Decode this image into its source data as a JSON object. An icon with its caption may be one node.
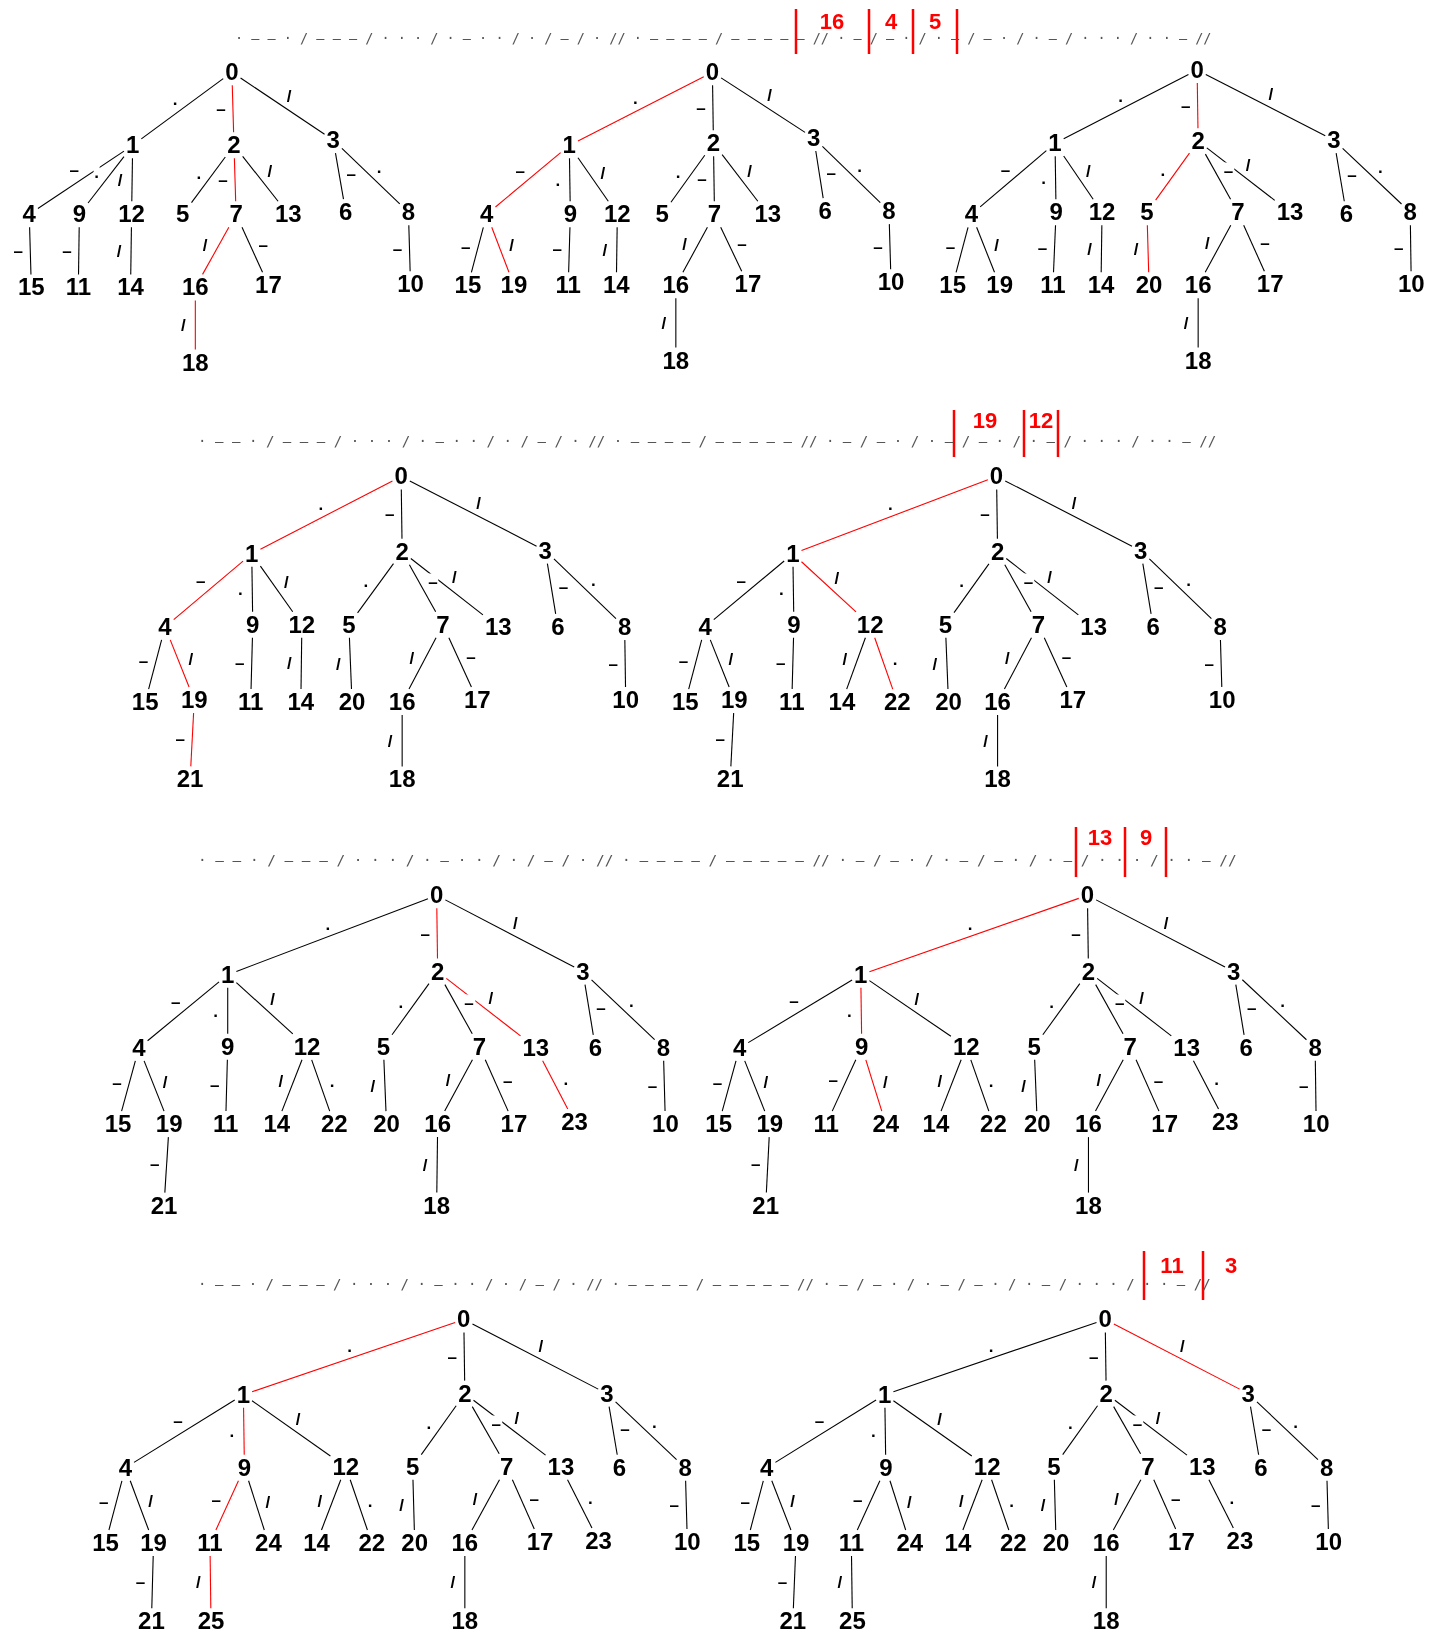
{
  "diagram": {
    "nodes": [
      {
        "text": [
          "0"
        ]
      },
      {
        "text": [
          "1"
        ]
      },
      {
        "text": [
          "2"
        ]
      },
      {
        "text": [
          "3"
        ]
      },
      {
        "text": [
          "4"
        ]
      },
      {
        "text": [
          "9"
        ]
      },
      {
        "text": [
          "12"
        ]
      },
      {
        "text": [
          "5"
        ]
      },
      {
        "text": [
          "7"
        ]
      },
      {
        "text": [
          "13"
        ]
      },
      {
        "text": [
          "6"
        ]
      },
      {
        "text": [
          "8"
        ]
      },
      {
        "text": [
          "15"
        ]
      },
      {
        "text": [
          "11"
        ]
      },
      {
        "text": [
          "14"
        ]
      },
      {
        "text": [
          "16"
        ]
      },
      {
        "text": [
          "17"
        ]
      },
      {
        "text": [
          "10"
        ]
      },
      {
        "text": [
          "18"
        ]
      },
      {
        "text": [
          "0"
        ]
      },
      {
        "text": [
          "1"
        ]
      },
      {
        "text": [
          "2"
        ]
      },
      {
        "text": [
          "3"
        ]
      },
      {
        "text": [
          "4"
        ]
      },
      {
        "text": [
          "9"
        ]
      },
      {
        "text": [
          "12"
        ]
      },
      {
        "text": [
          "5"
        ]
      },
      {
        "text": [
          "7"
        ]
      },
      {
        "text": [
          "13"
        ]
      },
      {
        "text": [
          "6"
        ]
      },
      {
        "text": [
          "8"
        ]
      },
      {
        "text": [
          "15"
        ]
      },
      {
        "text": [
          "19"
        ]
      },
      {
        "text": [
          "11"
        ]
      },
      {
        "text": [
          "14"
        ]
      },
      {
        "text": [
          "16"
        ]
      },
      {
        "text": [
          "17"
        ]
      },
      {
        "text": [
          "10"
        ]
      },
      {
        "text": [
          "18"
        ]
      },
      {
        "text": [
          "0"
        ]
      },
      {
        "text": [
          "1"
        ]
      },
      {
        "text": [
          "2"
        ]
      },
      {
        "text": [
          "3"
        ]
      },
      {
        "text": [
          "4"
        ]
      },
      {
        "text": [
          "9"
        ]
      },
      {
        "text": [
          "12"
        ]
      },
      {
        "text": [
          "5"
        ]
      },
      {
        "text": [
          "7"
        ]
      },
      {
        "text": [
          "13"
        ]
      },
      {
        "text": [
          "6"
        ]
      },
      {
        "text": [
          "8"
        ]
      },
      {
        "text": [
          "15"
        ]
      },
      {
        "text": [
          "19"
        ]
      },
      {
        "text": [
          "11"
        ]
      },
      {
        "text": [
          "14"
        ]
      },
      {
        "text": [
          "20"
        ]
      },
      {
        "text": [
          "16"
        ]
      },
      {
        "text": [
          "17"
        ]
      },
      {
        "text": [
          "10"
        ]
      },
      {
        "text": [
          "18"
        ]
      },
      {
        "text": [
          "0"
        ]
      },
      {
        "text": [
          "1"
        ]
      },
      {
        "text": [
          "2"
        ]
      },
      {
        "text": [
          "3"
        ]
      },
      {
        "text": [
          "4"
        ]
      },
      {
        "text": [
          "9"
        ]
      },
      {
        "text": [
          "12"
        ]
      },
      {
        "text": [
          "5"
        ]
      },
      {
        "text": [
          "7"
        ]
      },
      {
        "text": [
          "13"
        ]
      },
      {
        "text": [
          "6"
        ]
      },
      {
        "text": [
          "8"
        ]
      },
      {
        "text": [
          "15"
        ]
      },
      {
        "text": [
          "19"
        ]
      },
      {
        "text": [
          "11"
        ]
      },
      {
        "text": [
          "14"
        ]
      },
      {
        "text": [
          "20"
        ]
      },
      {
        "text": [
          "16"
        ]
      },
      {
        "text": [
          "17"
        ]
      },
      {
        "text": [
          "10"
        ]
      },
      {
        "text": [
          "21"
        ]
      },
      {
        "text": [
          "18"
        ]
      },
      {
        "text": [
          "0"
        ]
      },
      {
        "text": [
          "1"
        ]
      },
      {
        "text": [
          "2"
        ]
      },
      {
        "text": [
          "3"
        ]
      },
      {
        "text": [
          "4"
        ]
      },
      {
        "text": [
          "9"
        ]
      },
      {
        "text": [
          "12"
        ]
      },
      {
        "text": [
          "5"
        ]
      },
      {
        "text": [
          "7"
        ]
      },
      {
        "text": [
          "13"
        ]
      },
      {
        "text": [
          "6"
        ]
      },
      {
        "text": [
          "8"
        ]
      },
      {
        "text": [
          "15"
        ]
      },
      {
        "text": [
          "19"
        ]
      },
      {
        "text": [
          "11"
        ]
      },
      {
        "text": [
          "14"
        ]
      },
      {
        "text": [
          "22"
        ]
      },
      {
        "text": [
          "20"
        ]
      },
      {
        "text": [
          "16"
        ]
      },
      {
        "text": [
          "17"
        ]
      },
      {
        "text": [
          "10"
        ]
      },
      {
        "text": [
          "21"
        ]
      },
      {
        "text": [
          "18"
        ]
      },
      {
        "text": [
          "0"
        ]
      },
      {
        "text": [
          "1"
        ]
      },
      {
        "text": [
          "2"
        ]
      },
      {
        "text": [
          "3"
        ]
      },
      {
        "text": [
          "4"
        ]
      },
      {
        "text": [
          "9"
        ]
      },
      {
        "text": [
          "12"
        ]
      },
      {
        "text": [
          "5"
        ]
      },
      {
        "text": [
          "7"
        ]
      },
      {
        "text": [
          "13"
        ]
      },
      {
        "text": [
          "6"
        ]
      },
      {
        "text": [
          "8"
        ]
      },
      {
        "text": [
          "15"
        ]
      },
      {
        "text": [
          "19"
        ]
      },
      {
        "text": [
          "11"
        ]
      },
      {
        "text": [
          "14"
        ]
      },
      {
        "text": [
          "22"
        ]
      },
      {
        "text": [
          "20"
        ]
      },
      {
        "text": [
          "16"
        ]
      },
      {
        "text": [
          "17"
        ]
      },
      {
        "text": [
          "23"
        ]
      },
      {
        "text": [
          "10"
        ]
      },
      {
        "text": [
          "21"
        ]
      },
      {
        "text": [
          "18"
        ]
      },
      {
        "text": [
          "0"
        ]
      },
      {
        "text": [
          "1"
        ]
      },
      {
        "text": [
          "2"
        ]
      },
      {
        "text": [
          "3"
        ]
      },
      {
        "text": [
          "4"
        ]
      },
      {
        "text": [
          "9"
        ]
      },
      {
        "text": [
          "12"
        ]
      },
      {
        "text": [
          "5"
        ]
      },
      {
        "text": [
          "7"
        ]
      },
      {
        "text": [
          "13"
        ]
      },
      {
        "text": [
          "6"
        ]
      },
      {
        "text": [
          "8"
        ]
      },
      {
        "text": [
          "15"
        ]
      },
      {
        "text": [
          "19"
        ]
      },
      {
        "text": [
          "11"
        ]
      },
      {
        "text": [
          "24"
        ]
      },
      {
        "text": [
          "14"
        ]
      },
      {
        "text": [
          "22"
        ]
      },
      {
        "text": [
          "20"
        ]
      },
      {
        "text": [
          "16"
        ]
      },
      {
        "text": [
          "17"
        ]
      },
      {
        "text": [
          "23"
        ]
      },
      {
        "text": [
          "10"
        ]
      },
      {
        "text": [
          "21"
        ]
      },
      {
        "text": [
          "18"
        ]
      },
      {
        "text": [
          "0"
        ]
      },
      {
        "text": [
          "1"
        ]
      },
      {
        "text": [
          "2"
        ]
      },
      {
        "text": [
          "3"
        ]
      },
      {
        "text": [
          "4"
        ]
      },
      {
        "text": [
          "9"
        ]
      },
      {
        "text": [
          "12"
        ]
      },
      {
        "text": [
          "5"
        ]
      },
      {
        "text": [
          "7"
        ]
      },
      {
        "text": [
          "13"
        ]
      },
      {
        "text": [
          "6"
        ]
      },
      {
        "text": [
          "8"
        ]
      },
      {
        "text": [
          "15"
        ]
      },
      {
        "text": [
          "19"
        ]
      },
      {
        "text": [
          "11"
        ]
      },
      {
        "text": [
          "24"
        ]
      },
      {
        "text": [
          "14"
        ]
      },
      {
        "text": [
          "22"
        ]
      },
      {
        "text": [
          "20"
        ]
      },
      {
        "text": [
          "16"
        ]
      },
      {
        "text": [
          "17"
        ]
      },
      {
        "text": [
          "23"
        ]
      },
      {
        "text": [
          "10"
        ]
      },
      {
        "text": [
          "21"
        ]
      },
      {
        "text": [
          "25"
        ]
      },
      {
        "text": [
          "18"
        ]
      },
      {
        "text": [
          "0"
        ]
      },
      {
        "text": [
          "1"
        ]
      },
      {
        "text": [
          "2"
        ]
      },
      {
        "text": [
          "3"
        ]
      },
      {
        "text": [
          "4"
        ]
      },
      {
        "text": [
          "9"
        ]
      },
      {
        "text": [
          "12"
        ]
      },
      {
        "text": [
          "5"
        ]
      },
      {
        "text": [
          "7"
        ]
      },
      {
        "text": [
          "13"
        ]
      },
      {
        "text": [
          "6"
        ]
      },
      {
        "text": [
          "8"
        ]
      },
      {
        "text": [
          "15"
        ]
      },
      {
        "text": [
          "19"
        ]
      },
      {
        "text": [
          "11"
        ]
      },
      {
        "text": [
          "24"
        ]
      },
      {
        "text": [
          "14"
        ]
      },
      {
        "text": [
          "22"
        ]
      },
      {
        "text": [
          "20"
        ]
      },
      {
        "text": [
          "16"
        ]
      },
      {
        "text": [
          "17"
        ]
      },
      {
        "text": [
          "23"
        ]
      },
      {
        "text": [
          "10"
        ]
      },
      {
        "text": [
          "21"
        ]
      },
      {
        "text": [
          "25"
        ]
      },
      {
        "text": [
          "18"
        ]
      }
    ],
    "edges": [
      {
        "from": 0,
        "to": 1,
        "arrow": "none",
        "label": "."
      },
      {
        "from": 0,
        "to": 2,
        "arrow": "none",
        "label": "–",
        "color": "#ff0000"
      },
      {
        "from": 0,
        "to": 3,
        "arrow": "none",
        "label": "/"
      },
      {
        "from": 1,
        "to": 4,
        "arrow": "none",
        "label": "–"
      },
      {
        "from": 1,
        "to": 5,
        "arrow": "none",
        "label": "."
      },
      {
        "from": 1,
        "to": 6,
        "arrow": "none",
        "label": "/"
      },
      {
        "from": 2,
        "to": 7,
        "arrow": "none",
        "label": "."
      },
      {
        "from": 2,
        "to": 8,
        "arrow": "none",
        "label": "–",
        "color": "#ff0000"
      },
      {
        "from": 2,
        "to": 9,
        "arrow": "none",
        "label": "/"
      },
      {
        "from": 3,
        "to": 10,
        "arrow": "none",
        "label": "–"
      },
      {
        "from": 3,
        "to": 11,
        "arrow": "none",
        "label": "."
      },
      {
        "from": 4,
        "to": 12,
        "arrow": "none",
        "label": "–"
      },
      {
        "from": 5,
        "to": 13,
        "arrow": "none",
        "label": "–"
      },
      {
        "from": 6,
        "to": 14,
        "arrow": "none",
        "label": "/"
      },
      {
        "from": 8,
        "to": 15,
        "arrow": "none",
        "label": "/",
        "color": "#ff0000"
      },
      {
        "from": 8,
        "to": 16,
        "arrow": "none",
        "label": "–"
      },
      {
        "from": 11,
        "to": 17,
        "arrow": "none",
        "label": "–"
      },
      {
        "from": 15,
        "to": 18,
        "arrow": "none",
        "label": "/",
        "color": "#ff0000"
      },
      {
        "from": 19,
        "to": 20,
        "arrow": "none",
        "label": ".",
        "color": "#ff0000"
      },
      {
        "from": 19,
        "to": 21,
        "arrow": "none",
        "label": "–"
      },
      {
        "from": 19,
        "to": 22,
        "arrow": "none",
        "label": "/"
      },
      {
        "from": 20,
        "to": 23,
        "arrow": "none",
        "label": "–",
        "color": "#ff0000"
      },
      {
        "from": 20,
        "to": 24,
        "arrow": "none",
        "label": "."
      },
      {
        "from": 20,
        "to": 25,
        "arrow": "none",
        "label": "/"
      },
      {
        "from": 21,
        "to": 26,
        "arrow": "none",
        "label": "."
      },
      {
        "from": 21,
        "to": 27,
        "arrow": "none",
        "label": "–"
      },
      {
        "from": 21,
        "to": 28,
        "arrow": "none",
        "label": "/"
      },
      {
        "from": 22,
        "to": 29,
        "arrow": "none",
        "label": "–"
      },
      {
        "from": 22,
        "to": 30,
        "arrow": "none",
        "label": "."
      },
      {
        "from": 23,
        "to": 31,
        "arrow": "none",
        "label": "–"
      },
      {
        "from": 23,
        "to": 32,
        "arrow": "none",
        "label": "/",
        "color": "#ff0000"
      },
      {
        "from": 24,
        "to": 33,
        "arrow": "none",
        "label": "–"
      },
      {
        "from": 25,
        "to": 34,
        "arrow": "none",
        "label": "/"
      },
      {
        "from": 27,
        "to": 35,
        "arrow": "none",
        "label": "/"
      },
      {
        "from": 27,
        "to": 36,
        "arrow": "none",
        "label": "–"
      },
      {
        "from": 30,
        "to": 37,
        "arrow": "none",
        "label": "–"
      },
      {
        "from": 35,
        "to": 38,
        "arrow": "none",
        "label": "/"
      },
      {
        "from": 39,
        "to": 40,
        "arrow": "none",
        "label": "."
      },
      {
        "from": 39,
        "to": 41,
        "arrow": "none",
        "label": "–",
        "color": "#ff0000"
      },
      {
        "from": 39,
        "to": 42,
        "arrow": "none",
        "label": "/"
      },
      {
        "from": 40,
        "to": 43,
        "arrow": "none",
        "label": "–"
      },
      {
        "from": 40,
        "to": 44,
        "arrow": "none",
        "label": "."
      },
      {
        "from": 40,
        "to": 45,
        "arrow": "none",
        "label": "/"
      },
      {
        "from": 41,
        "to": 46,
        "arrow": "none",
        "label": ".",
        "color": "#ff0000"
      },
      {
        "from": 41,
        "to": 47,
        "arrow": "none",
        "label": "–"
      },
      {
        "from": 41,
        "to": 48,
        "arrow": "none",
        "label": "/"
      },
      {
        "from": 42,
        "to": 49,
        "arrow": "none",
        "label": "–"
      },
      {
        "from": 42,
        "to": 50,
        "arrow": "none",
        "label": "."
      },
      {
        "from": 43,
        "to": 51,
        "arrow": "none",
        "label": "–"
      },
      {
        "from": 43,
        "to": 52,
        "arrow": "none",
        "label": "/"
      },
      {
        "from": 44,
        "to": 53,
        "arrow": "none",
        "label": "–"
      },
      {
        "from": 45,
        "to": 54,
        "arrow": "none",
        "label": "/"
      },
      {
        "from": 46,
        "to": 55,
        "arrow": "none",
        "label": "/",
        "color": "#ff0000"
      },
      {
        "from": 47,
        "to": 56,
        "arrow": "none",
        "label": "/"
      },
      {
        "from": 47,
        "to": 57,
        "arrow": "none",
        "label": "–"
      },
      {
        "from": 50,
        "to": 58,
        "arrow": "none",
        "label": "–"
      },
      {
        "from": 56,
        "to": 59,
        "arrow": "none",
        "label": "/"
      },
      {
        "from": 60,
        "to": 61,
        "arrow": "none",
        "label": ".",
        "color": "#ff0000"
      },
      {
        "from": 60,
        "to": 62,
        "arrow": "none",
        "label": "–"
      },
      {
        "from": 60,
        "to": 63,
        "arrow": "none",
        "label": "/"
      },
      {
        "from": 61,
        "to": 64,
        "arrow": "none",
        "label": "–",
        "color": "#ff0000"
      },
      {
        "from": 61,
        "to": 65,
        "arrow": "none",
        "label": "."
      },
      {
        "from": 61,
        "to": 66,
        "arrow": "none",
        "label": "/"
      },
      {
        "from": 62,
        "to": 67,
        "arrow": "none",
        "label": "."
      },
      {
        "from": 62,
        "to": 68,
        "arrow": "none",
        "label": "–"
      },
      {
        "from": 62,
        "to": 69,
        "arrow": "none",
        "label": "/"
      },
      {
        "from": 63,
        "to": 70,
        "arrow": "none",
        "label": "–"
      },
      {
        "from": 63,
        "to": 71,
        "arrow": "none",
        "label": "."
      },
      {
        "from": 64,
        "to": 72,
        "arrow": "none",
        "label": "–"
      },
      {
        "from": 64,
        "to": 73,
        "arrow": "none",
        "label": "/",
        "color": "#ff0000"
      },
      {
        "from": 65,
        "to": 74,
        "arrow": "none",
        "label": "–"
      },
      {
        "from": 66,
        "to": 75,
        "arrow": "none",
        "label": "/"
      },
      {
        "from": 67,
        "to": 76,
        "arrow": "none",
        "label": "/"
      },
      {
        "from": 68,
        "to": 77,
        "arrow": "none",
        "label": "/"
      },
      {
        "from": 68,
        "to": 78,
        "arrow": "none",
        "label": "–"
      },
      {
        "from": 71,
        "to": 79,
        "arrow": "none",
        "label": "–"
      },
      {
        "from": 73,
        "to": 80,
        "arrow": "none",
        "label": "–",
        "color": "#ff0000"
      },
      {
        "from": 77,
        "to": 81,
        "arrow": "none",
        "label": "/"
      },
      {
        "from": 82,
        "to": 83,
        "arrow": "none",
        "label": ".",
        "color": "#ff0000"
      },
      {
        "from": 82,
        "to": 84,
        "arrow": "none",
        "label": "–"
      },
      {
        "from": 82,
        "to": 85,
        "arrow": "none",
        "label": "/"
      },
      {
        "from": 83,
        "to": 86,
        "arrow": "none",
        "label": "–"
      },
      {
        "from": 83,
        "to": 87,
        "arrow": "none",
        "label": "."
      },
      {
        "from": 83,
        "to": 88,
        "arrow": "none",
        "label": "/",
        "color": "#ff0000"
      },
      {
        "from": 84,
        "to": 89,
        "arrow": "none",
        "label": "."
      },
      {
        "from": 84,
        "to": 90,
        "arrow": "none",
        "label": "–"
      },
      {
        "from": 84,
        "to": 91,
        "arrow": "none",
        "label": "/"
      },
      {
        "from": 85,
        "to": 92,
        "arrow": "none",
        "label": "–"
      },
      {
        "from": 85,
        "to": 93,
        "arrow": "none",
        "label": "."
      },
      {
        "from": 86,
        "to": 94,
        "arrow": "none",
        "label": "–"
      },
      {
        "from": 86,
        "to": 95,
        "arrow": "none",
        "label": "/"
      },
      {
        "from": 87,
        "to": 96,
        "arrow": "none",
        "label": "–"
      },
      {
        "from": 88,
        "to": 97,
        "arrow": "none",
        "label": "/"
      },
      {
        "from": 88,
        "to": 98,
        "arrow": "none",
        "label": ".",
        "color": "#ff0000"
      },
      {
        "from": 89,
        "to": 99,
        "arrow": "none",
        "label": "/"
      },
      {
        "from": 90,
        "to": 100,
        "arrow": "none",
        "label": "/"
      },
      {
        "from": 90,
        "to": 101,
        "arrow": "none",
        "label": "–"
      },
      {
        "from": 93,
        "to": 102,
        "arrow": "none",
        "label": "–"
      },
      {
        "from": 95,
        "to": 103,
        "arrow": "none",
        "label": "–"
      },
      {
        "from": 100,
        "to": 104,
        "arrow": "none",
        "label": "/"
      },
      {
        "from": 105,
        "to": 106,
        "arrow": "none",
        "label": "."
      },
      {
        "from": 105,
        "to": 107,
        "arrow": "none",
        "label": "–",
        "color": "#ff0000"
      },
      {
        "from": 105,
        "to": 108,
        "arrow": "none",
        "label": "/"
      },
      {
        "from": 106,
        "to": 109,
        "arrow": "none",
        "label": "–"
      },
      {
        "from": 106,
        "to": 110,
        "arrow": "none",
        "label": "."
      },
      {
        "from": 106,
        "to": 111,
        "arrow": "none",
        "label": "/"
      },
      {
        "from": 107,
        "to": 112,
        "arrow": "none",
        "label": "."
      },
      {
        "from": 107,
        "to": 113,
        "arrow": "none",
        "label": "–"
      },
      {
        "from": 107,
        "to": 114,
        "arrow": "none",
        "label": "/",
        "color": "#ff0000"
      },
      {
        "from": 108,
        "to": 115,
        "arrow": "none",
        "label": "–"
      },
      {
        "from": 108,
        "to": 116,
        "arrow": "none",
        "label": "."
      },
      {
        "from": 109,
        "to": 117,
        "arrow": "none",
        "label": "–"
      },
      {
        "from": 109,
        "to": 118,
        "arrow": "none",
        "label": "/"
      },
      {
        "from": 110,
        "to": 119,
        "arrow": "none",
        "label": "–"
      },
      {
        "from": 111,
        "to": 120,
        "arrow": "none",
        "label": "/"
      },
      {
        "from": 111,
        "to": 121,
        "arrow": "none",
        "label": "."
      },
      {
        "from": 112,
        "to": 122,
        "arrow": "none",
        "label": "/"
      },
      {
        "from": 113,
        "to": 123,
        "arrow": "none",
        "label": "/"
      },
      {
        "from": 113,
        "to": 124,
        "arrow": "none",
        "label": "–"
      },
      {
        "from": 114,
        "to": 125,
        "arrow": "none",
        "label": ".",
        "color": "#ff0000"
      },
      {
        "from": 116,
        "to": 126,
        "arrow": "none",
        "label": "–"
      },
      {
        "from": 118,
        "to": 127,
        "arrow": "none",
        "label": "–"
      },
      {
        "from": 123,
        "to": 128,
        "arrow": "none",
        "label": "/"
      },
      {
        "from": 129,
        "to": 130,
        "arrow": "none",
        "label": ".",
        "color": "#ff0000"
      },
      {
        "from": 129,
        "to": 131,
        "arrow": "none",
        "label": "–"
      },
      {
        "from": 129,
        "to": 132,
        "arrow": "none",
        "label": "/"
      },
      {
        "from": 130,
        "to": 133,
        "arrow": "none",
        "label": "–"
      },
      {
        "from": 130,
        "to": 134,
        "arrow": "none",
        "label": ".",
        "color": "#ff0000"
      },
      {
        "from": 130,
        "to": 135,
        "arrow": "none",
        "label": "/"
      },
      {
        "from": 131,
        "to": 136,
        "arrow": "none",
        "label": "."
      },
      {
        "from": 131,
        "to": 137,
        "arrow": "none",
        "label": "–"
      },
      {
        "from": 131,
        "to": 138,
        "arrow": "none",
        "label": "/"
      },
      {
        "from": 132,
        "to": 139,
        "arrow": "none",
        "label": "–"
      },
      {
        "from": 132,
        "to": 140,
        "arrow": "none",
        "label": "."
      },
      {
        "from": 133,
        "to": 141,
        "arrow": "none",
        "label": "–"
      },
      {
        "from": 133,
        "to": 142,
        "arrow": "none",
        "label": "/"
      },
      {
        "from": 134,
        "to": 143,
        "arrow": "none",
        "label": "–"
      },
      {
        "from": 134,
        "to": 144,
        "arrow": "none",
        "label": "/",
        "color": "#ff0000"
      },
      {
        "from": 135,
        "to": 145,
        "arrow": "none",
        "label": "/"
      },
      {
        "from": 135,
        "to": 146,
        "arrow": "none",
        "label": "."
      },
      {
        "from": 136,
        "to": 147,
        "arrow": "none",
        "label": "/"
      },
      {
        "from": 137,
        "to": 148,
        "arrow": "none",
        "label": "/"
      },
      {
        "from": 137,
        "to": 149,
        "arrow": "none",
        "label": "–"
      },
      {
        "from": 138,
        "to": 150,
        "arrow": "none",
        "label": "."
      },
      {
        "from": 140,
        "to": 151,
        "arrow": "none",
        "label": "–"
      },
      {
        "from": 142,
        "to": 152,
        "arrow": "none",
        "label": "–"
      },
      {
        "from": 148,
        "to": 153,
        "arrow": "none",
        "label": "/"
      },
      {
        "from": 154,
        "to": 155,
        "arrow": "none",
        "label": ".",
        "color": "#ff0000"
      },
      {
        "from": 154,
        "to": 156,
        "arrow": "none",
        "label": "–"
      },
      {
        "from": 154,
        "to": 157,
        "arrow": "none",
        "label": "/"
      },
      {
        "from": 155,
        "to": 158,
        "arrow": "none",
        "label": "–"
      },
      {
        "from": 155,
        "to": 159,
        "arrow": "none",
        "label": ".",
        "color": "#ff0000"
      },
      {
        "from": 155,
        "to": 160,
        "arrow": "none",
        "label": "/"
      },
      {
        "from": 156,
        "to": 161,
        "arrow": "none",
        "label": "."
      },
      {
        "from": 156,
        "to": 162,
        "arrow": "none",
        "label": "–"
      },
      {
        "from": 156,
        "to": 163,
        "arrow": "none",
        "label": "/"
      },
      {
        "from": 157,
        "to": 164,
        "arrow": "none",
        "label": "–"
      },
      {
        "from": 157,
        "to": 165,
        "arrow": "none",
        "label": "."
      },
      {
        "from": 158,
        "to": 166,
        "arrow": "none",
        "label": "–"
      },
      {
        "from": 158,
        "to": 167,
        "arrow": "none",
        "label": "/"
      },
      {
        "from": 159,
        "to": 168,
        "arrow": "none",
        "label": "–",
        "color": "#ff0000"
      },
      {
        "from": 159,
        "to": 169,
        "arrow": "none",
        "label": "/"
      },
      {
        "from": 160,
        "to": 170,
        "arrow": "none",
        "label": "/"
      },
      {
        "from": 160,
        "to": 171,
        "arrow": "none",
        "label": "."
      },
      {
        "from": 161,
        "to": 172,
        "arrow": "none",
        "label": "/"
      },
      {
        "from": 162,
        "to": 173,
        "arrow": "none",
        "label": "/"
      },
      {
        "from": 162,
        "to": 174,
        "arrow": "none",
        "label": "–"
      },
      {
        "from": 163,
        "to": 175,
        "arrow": "none",
        "label": "."
      },
      {
        "from": 165,
        "to": 176,
        "arrow": "none",
        "label": "–"
      },
      {
        "from": 167,
        "to": 177,
        "arrow": "none",
        "label": "–"
      },
      {
        "from": 168,
        "to": 178,
        "arrow": "none",
        "label": "/",
        "color": "#ff0000"
      },
      {
        "from": 173,
        "to": 179,
        "arrow": "none",
        "label": "/"
      },
      {
        "from": 180,
        "to": 181,
        "arrow": "none",
        "label": "."
      },
      {
        "from": 180,
        "to": 182,
        "arrow": "none",
        "label": "–"
      },
      {
        "from": 180,
        "to": 183,
        "arrow": "none",
        "label": "/",
        "color": "#ff0000"
      },
      {
        "from": 181,
        "to": 184,
        "arrow": "none",
        "label": "–"
      },
      {
        "from": 181,
        "to": 185,
        "arrow": "none",
        "label": "."
      },
      {
        "from": 181,
        "to": 186,
        "arrow": "none",
        "label": "/"
      },
      {
        "from": 182,
        "to": 187,
        "arrow": "none",
        "label": "."
      },
      {
        "from": 182,
        "to": 188,
        "arrow": "none",
        "label": "–"
      },
      {
        "from": 182,
        "to": 189,
        "arrow": "none",
        "label": "/"
      },
      {
        "from": 183,
        "to": 190,
        "arrow": "none",
        "label": "–"
      },
      {
        "from": 183,
        "to": 191,
        "arrow": "none",
        "label": "."
      },
      {
        "from": 184,
        "to": 192,
        "arrow": "none",
        "label": "–"
      },
      {
        "from": 184,
        "to": 193,
        "arrow": "none",
        "label": "/"
      },
      {
        "from": 185,
        "to": 194,
        "arrow": "none",
        "label": "–"
      },
      {
        "from": 185,
        "to": 195,
        "arrow": "none",
        "label": "/"
      },
      {
        "from": 186,
        "to": 196,
        "arrow": "none",
        "label": "/"
      },
      {
        "from": 186,
        "to": 197,
        "arrow": "none",
        "label": "."
      },
      {
        "from": 187,
        "to": 198,
        "arrow": "none",
        "label": "/"
      },
      {
        "from": 188,
        "to": 199,
        "arrow": "none",
        "label": "/"
      },
      {
        "from": 188,
        "to": 200,
        "arrow": "none",
        "label": "–"
      },
      {
        "from": 189,
        "to": 201,
        "arrow": "none",
        "label": "."
      },
      {
        "from": 191,
        "to": 202,
        "arrow": "none",
        "label": "–"
      },
      {
        "from": 193,
        "to": 203,
        "arrow": "none",
        "label": "–"
      },
      {
        "from": 194,
        "to": 204,
        "arrow": "none",
        "label": "/"
      },
      {
        "from": 199,
        "to": 205,
        "arrow": "none",
        "label": "/"
      }
    ],
    "labels": [
      "16",
      "4",
      "5",
      "· – – · / – – – / · · · / · – · · / · / – / · // · – – – – / – – – – – // · – / – · / · – / – · / · – / · · · / · · – //",
      "19",
      "12",
      "· – – · / – – – / · · · / · – · · / · / – / · // · – – – – / – – – – – // · – / – · / · – / – · / · – / · · · / · · – //",
      "13",
      "9",
      "· – – · / – – – / · · · / · – · · / · / – / · // · – – – – / – – – – – // · – / – · / · – / – · / · – / · · · / · · – //",
      "11",
      "3",
      "· – – · / – – – / · · · / · – · · / · / – / · // · – – – – / – – – – – // · – / – · / · – / – · / · – / · · · / · · – //"
    ]
  }
}
